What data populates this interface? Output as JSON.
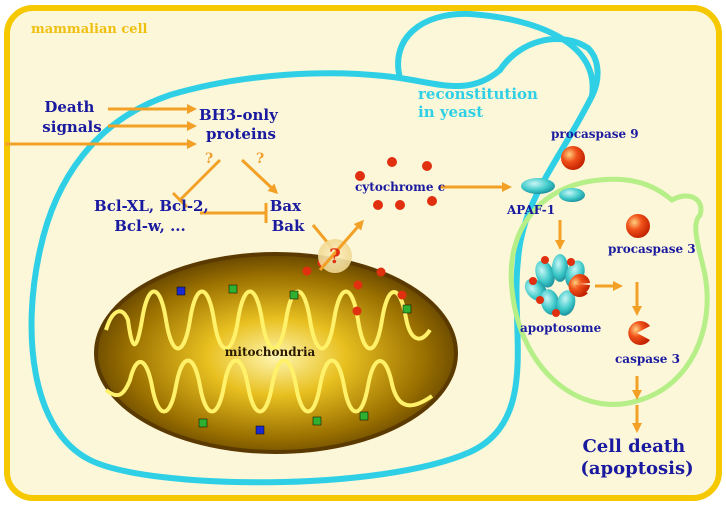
{
  "labels": {
    "cell": "mammalian cell",
    "yeast": "reconstitution\nin yeast",
    "death_signals": "Death\nsignals",
    "bh3": "BH3-only\nproteins",
    "q1": "?",
    "q2": "?",
    "q_center": "?",
    "bcl": "Bcl-XL, Bcl-2,\nBcl-w, ...",
    "baxbak": "Bax\nBak",
    "cytochrome": "cytochrome c",
    "procaspase9": "procaspase 9",
    "apaf1": "APAF-1",
    "apoptosome": "apoptosome",
    "procaspase3": "procaspase 3",
    "caspase3": "caspase 3",
    "celldeath": "Cell death\n(apoptosis)",
    "mito": "mitochondria"
  },
  "colors": {
    "cell_bg": "#fcf7d8",
    "cell_border": "#f5c800",
    "yeast_border": "#2fd0e6",
    "green_border": "#b6ee88",
    "arrow": "#f2a026",
    "navy_text": "#1a1aa0",
    "mito_outer": "#8a6400",
    "mito_fill": "#d8a800"
  },
  "icons": {
    "cytc": "red-dot",
    "apaf": "teal-oval",
    "procasp": "red-sphere",
    "casp": "pacman"
  }
}
